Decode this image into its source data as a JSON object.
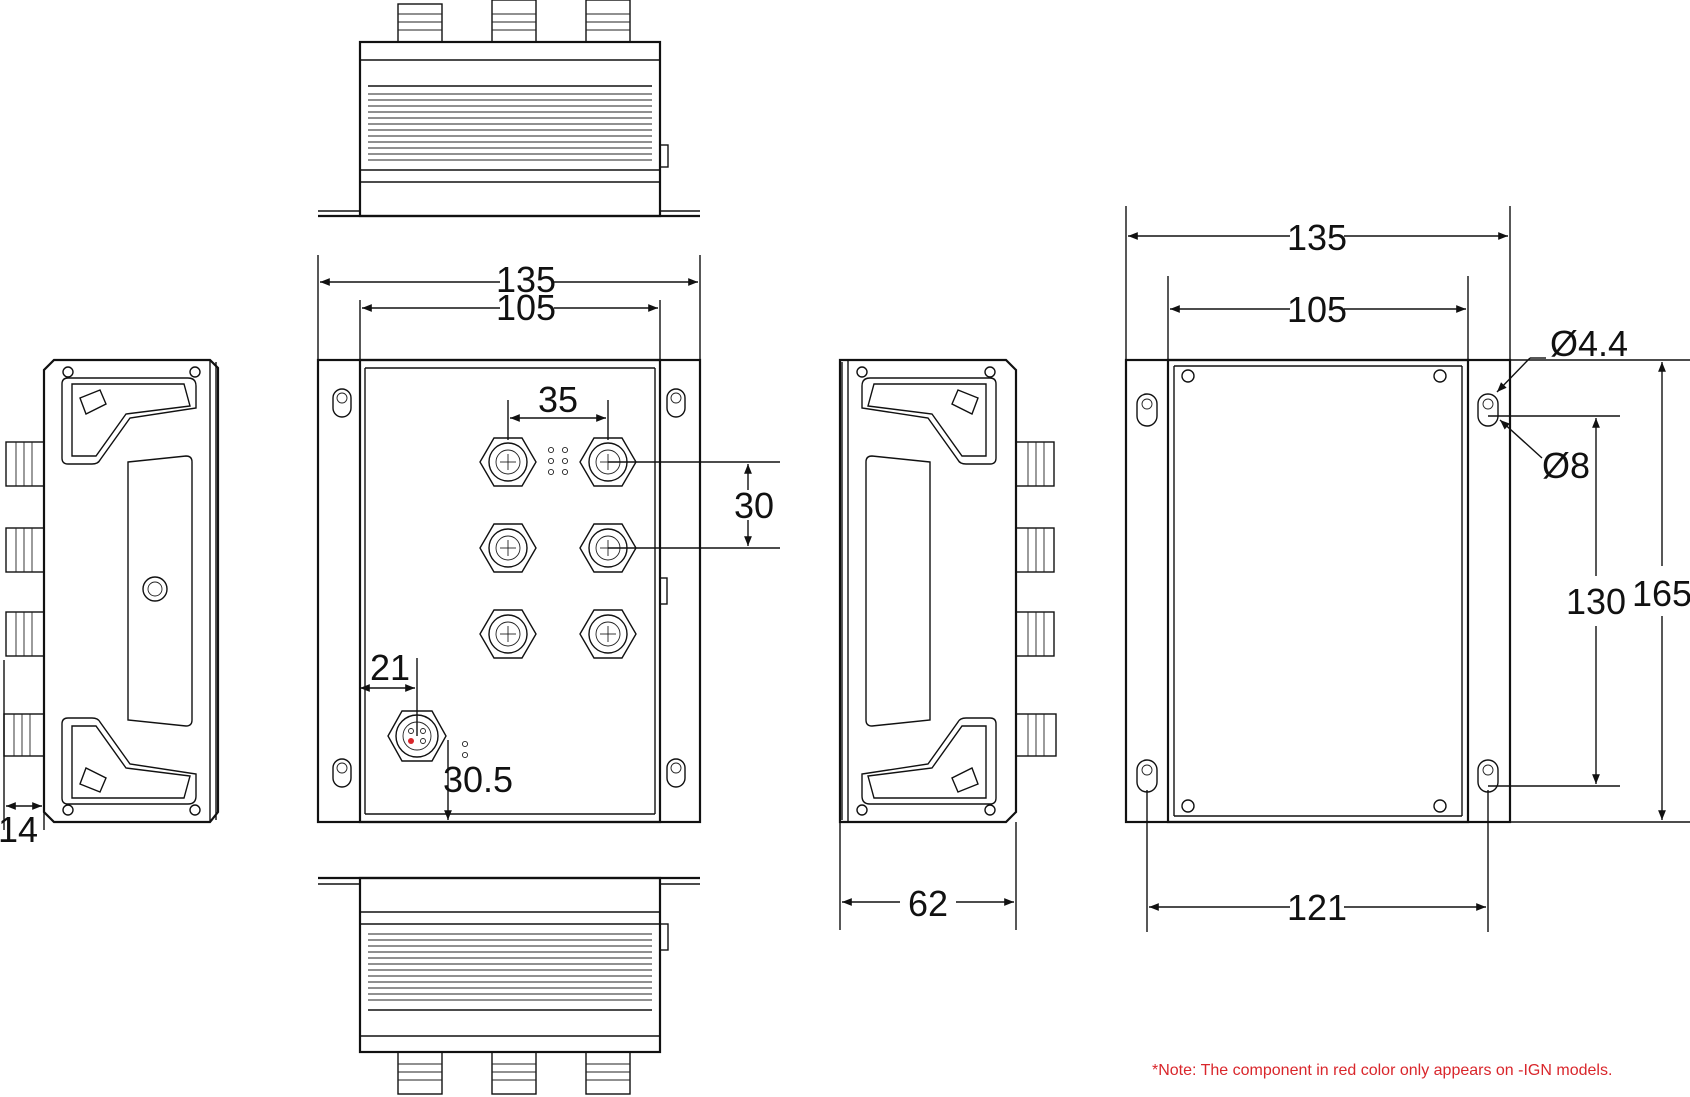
{
  "dimensions": {
    "front_width_outer": "135",
    "front_width_inner": "105",
    "port_spacing_h": "35",
    "port_spacing_v": "30",
    "power_offset_x": "21",
    "power_offset_y": "30.5",
    "side_flange": "14",
    "depth": "62",
    "back_width_outer": "135",
    "back_width_inner": "105",
    "hole_small": "Ø4.4",
    "hole_large": "Ø8",
    "hole_spacing_v": "130",
    "height": "165",
    "hole_spacing_h": "121"
  },
  "note": "*Note: The component in red color only appears on -IGN models.",
  "colors": {
    "line": "#111111",
    "highlight": "#d9262b",
    "background": "#ffffff"
  }
}
